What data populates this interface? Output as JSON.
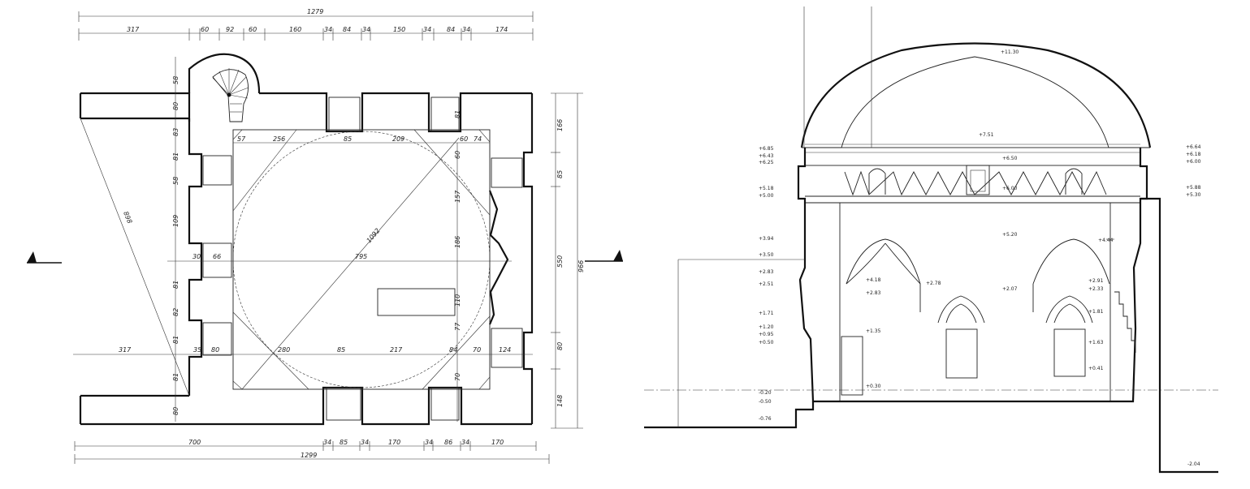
{
  "plan": {
    "top_total": "1279",
    "top_segments": [
      "317",
      "60",
      "92",
      "60",
      "160",
      "34",
      "84",
      "34",
      "150",
      "34",
      "84",
      "34",
      "174"
    ],
    "right_segments": [
      "166",
      "85",
      "550",
      "80",
      "148"
    ],
    "right_total": "966",
    "bottom_segments": [
      "700",
      "34",
      "85",
      "34",
      "170",
      "34",
      "86",
      "34",
      "170"
    ],
    "bottom_total": "1299",
    "left_segments": [
      "58",
      "80",
      "83",
      "81",
      "58",
      "109",
      "81",
      "82",
      "81",
      "81",
      "80"
    ],
    "inner_top": [
      "57",
      "256",
      "85",
      "209",
      "60",
      "74"
    ],
    "inner_mid": [
      "30",
      "66",
      "795"
    ],
    "inner_bottom": [
      "317",
      "35",
      "80",
      "280",
      "85",
      "217",
      "84",
      "70",
      "124"
    ],
    "inner_right": [
      "81",
      "60",
      "157",
      "186",
      "110",
      "77",
      "70"
    ],
    "diagonal_label": "1092",
    "left_diagonal_label": "898"
  },
  "section": {
    "crown_level": "+11.30",
    "left_levels": [
      "+6.85",
      "+6.43",
      "+6.25",
      "+5.18",
      "+5.00",
      "+3.94",
      "+3.50",
      "+2.83",
      "+2.51",
      "+1.71",
      "+1.20",
      "+0.95",
      "+0.50",
      "-0.20",
      "-0.50",
      "-0.76"
    ],
    "center_levels": [
      "+7.51",
      "+6.50",
      "+6.00",
      "+5.20",
      "+4.18",
      "+2.83",
      "+2.78",
      "+2.07",
      "+1.35",
      "+0.30"
    ],
    "right_levels": [
      "+6.64",
      "+6.18",
      "+6.00",
      "+5.88",
      "+5.30",
      "+4.44",
      "+2.91",
      "+2.33",
      "+1.81",
      "+1.63",
      "+0.41",
      "-2.04"
    ]
  }
}
